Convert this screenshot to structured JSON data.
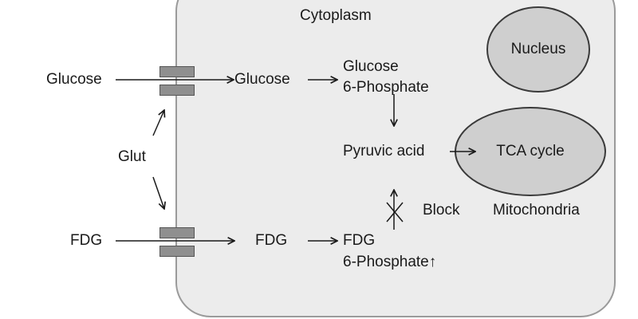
{
  "diagram": {
    "cytoplasm_label": "Cytoplasm",
    "nucleus_label": "Nucleus",
    "tca_label": "TCA cycle",
    "mitochondria_label": "Mitochondria",
    "glucose_outside": "Glucose",
    "glucose_inside": "Glucose",
    "g6p_line1": "Glucose",
    "g6p_line2": "6-Phosphate",
    "pyruvic_acid": "Pyruvic acid",
    "glut": "Glut",
    "fdg_outside": "FDG",
    "fdg_inside": "FDG",
    "fdg6p_line1": "FDG",
    "fdg6p_line2": "6-Phosphate↑",
    "block": "Block"
  }
}
